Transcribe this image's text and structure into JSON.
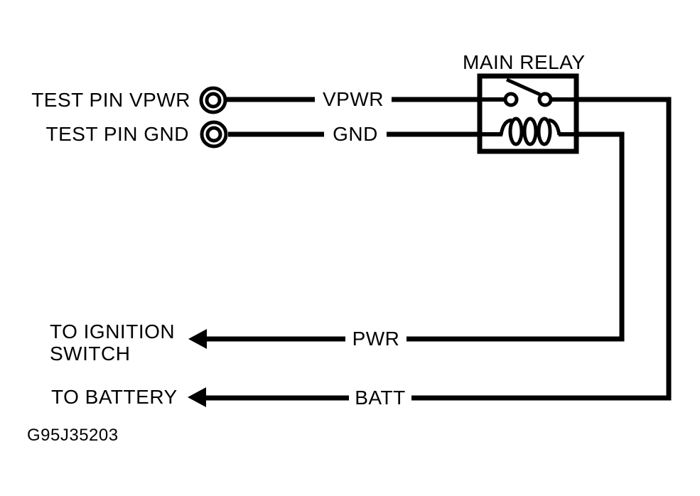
{
  "title": "MAIN RELAY",
  "figure_id": "G95J35203",
  "test_pins": {
    "vpwr": {
      "label": "TEST PIN VPWR",
      "wire": "VPWR"
    },
    "gnd": {
      "label": "TEST PIN GND",
      "wire": "GND"
    }
  },
  "outputs": {
    "ignition": {
      "label_line1": "TO IGNITION",
      "label_line2": "SWITCH",
      "wire": "PWR"
    },
    "battery": {
      "label": "TO BATTERY",
      "wire": "BATT"
    }
  },
  "relay": {
    "symbols": [
      "switch-contacts",
      "coil"
    ]
  },
  "colors": {
    "line": "#000000",
    "background": "#ffffff"
  }
}
